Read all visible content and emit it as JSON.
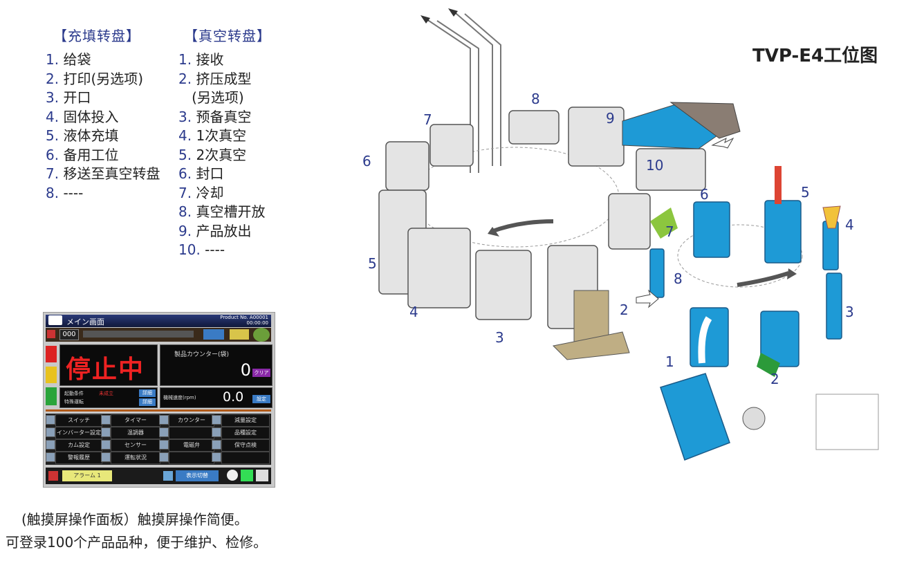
{
  "filling_turntable": {
    "title": "【充填转盘】",
    "items": [
      {
        "n": "1.",
        "label": "给袋"
      },
      {
        "n": "2.",
        "label": "打印(另选项)"
      },
      {
        "n": "3.",
        "label": "开口"
      },
      {
        "n": "4.",
        "label": "固体投入"
      },
      {
        "n": "5.",
        "label": "液体充填"
      },
      {
        "n": "6.",
        "label": "备用工位"
      },
      {
        "n": "7.",
        "label": "移送至真空转盘"
      },
      {
        "n": "8.",
        "label": "----"
      }
    ]
  },
  "vacuum_turntable": {
    "title": "【真空转盘】",
    "items": [
      {
        "n": "1.",
        "label": "接收"
      },
      {
        "n": "2.",
        "label": "挤压成型"
      },
      {
        "n": "",
        "label": "(另选项)"
      },
      {
        "n": "3.",
        "label": "预备真空"
      },
      {
        "n": "4.",
        "label": "1次真空"
      },
      {
        "n": "5.",
        "label": "2次真空"
      },
      {
        "n": "6.",
        "label": "封口"
      },
      {
        "n": "7.",
        "label": "冷却"
      },
      {
        "n": "8.",
        "label": "真空槽开放"
      },
      {
        "n": "9.",
        "label": "产品放出"
      },
      {
        "n": "10.",
        "label": "----"
      }
    ]
  },
  "main_title": "TVP-E4工位图",
  "caption": {
    "line1": "(触摸屏操作面板）触摸屏操作简便。",
    "line2": "可登录100个产品品种，便于维护、检修。"
  },
  "panel": {
    "title": "メイン画面",
    "product_no": "Product No. A00001",
    "time": "00:00:00",
    "code": "000",
    "status": "停止中",
    "counter_label": "製品カウンター(袋)",
    "counter_value": "0",
    "speed_label": "機械速度(rpm)",
    "speed_value": "0.0",
    "cond1": "起動条件",
    "cond1_val": "未成立",
    "cond2": "特殊運転",
    "detail": "詳細",
    "clear": "クリア",
    "setting": "設定",
    "menu": [
      [
        "スイッチ",
        "タイマー",
        "カウンター",
        "減量設定"
      ],
      [
        "インバーター設定",
        "温調器",
        "",
        "品種設定"
      ],
      [
        "カム設定",
        "センサー",
        "電磁弁",
        "保守点検"
      ],
      [
        "警報履歴",
        "運転状況",
        "",
        ""
      ]
    ],
    "bottom_left": "アラーム 1",
    "bottom_mid": "表示切替"
  },
  "diagram_labels": {
    "left": [
      "8",
      "7",
      "6",
      "5",
      "4",
      "3",
      "2",
      "9",
      "10"
    ],
    "right": [
      "6",
      "5",
      "4",
      "3",
      "2",
      "1",
      "7",
      "8"
    ]
  },
  "colors": {
    "blue_bag": "#1e9ad6",
    "label_blue": "#2b3a8c",
    "gray_box": "#d9d9d9"
  }
}
